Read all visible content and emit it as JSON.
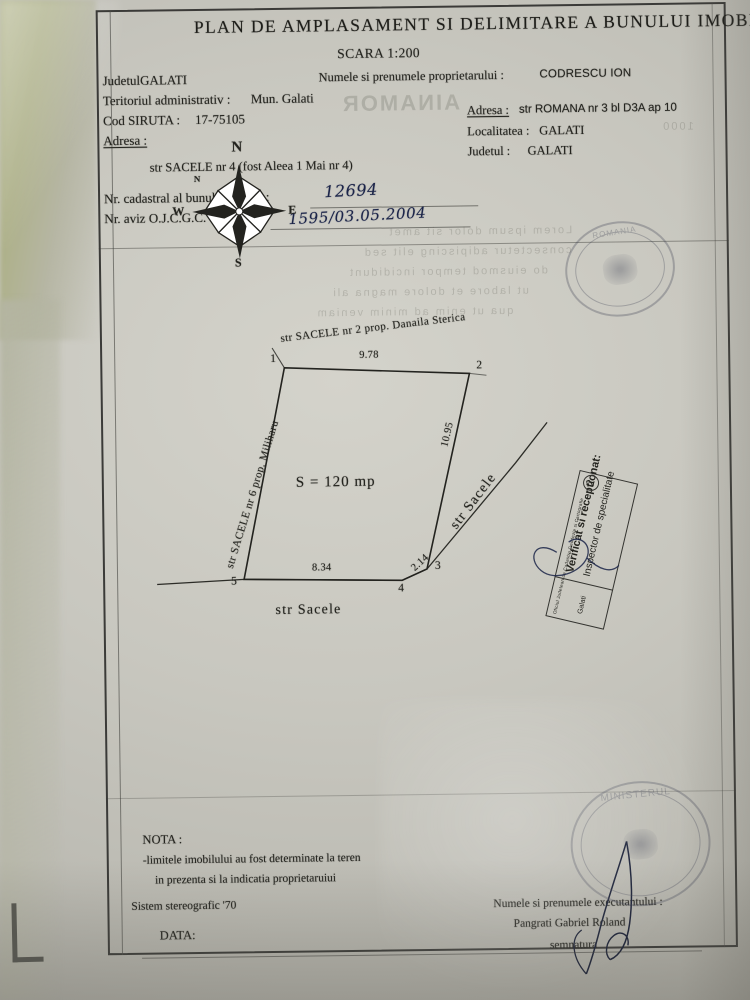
{
  "document": {
    "title": "PLAN DE AMPLASAMENT SI DELIMITARE A BUNULUI IMOBIL",
    "scale_label": "SCARA 1:200"
  },
  "left_block": {
    "judet_line": "JudetulGALATI",
    "teritoriu_label": "Teritoriul administrativ :",
    "teritoriu_value": "Mun. Galati",
    "siruta_label": "Cod SIRUTA :",
    "siruta_value": "17-75105",
    "adresa_label": "Adresa :",
    "adresa_value": "str SACELE nr 4 (fost Aleea 1 Mai nr 4)",
    "nr_cadastral_label": "Nr. cadastral al bunului imobil :",
    "nr_cadastral_value": "12694",
    "nr_aviz_label": "Nr. aviz O.J.C.G.C. Galati :",
    "nr_aviz_value": "1595/03.05.2004"
  },
  "right_block": {
    "owner_label": "Numele si prenumele proprietarului :",
    "owner_value": "CODRESCU ION",
    "adresa_label": "Adresa :",
    "adresa_value": "str ROMANA nr 3 bl D3A ap 10",
    "localitatea_label": "Localitatea :",
    "localitatea_value": "GALATI",
    "judetul_label": "Judetul :",
    "judetul_value": "GALATI"
  },
  "compass": {
    "north": "N",
    "south": "S",
    "east": "E",
    "west": "W",
    "northwest": "N"
  },
  "plan": {
    "area_label": "S = 120 mp",
    "neighbour_north": "str SACELE nr 2 prop. Danaila Sterica",
    "neighbour_west": "str SACELE nr 6 prop. Miliharu",
    "street_east": "str Sacele",
    "street_south": "str  Sacele",
    "points": [
      "1",
      "2",
      "3",
      "4",
      "5"
    ],
    "dimensions": {
      "north": "9.78",
      "east": "10.95",
      "south_east": "2.14",
      "south": "8.34"
    }
  },
  "verification": {
    "line1": "Verificat si receptionat:",
    "line2": "Inspector de specialitate",
    "circle_number": "2",
    "side_text": "Oficiul Judetean de Cadastru Geodezie si Cartografie",
    "small_text": "Galati"
  },
  "notes": {
    "heading": "NOTA :",
    "line1": "-limitele imobilului au fost determinate la teren",
    "line2": "in prezenta si la indicatia proprietaruiui",
    "system": "Sistem stereografic  '70",
    "data_label": "DATA:"
  },
  "executor": {
    "label": "Numele si prenumele executantului :",
    "name": "Pangrati Gabriel Roland",
    "signature_label": "semnatura"
  },
  "stamps": {
    "top_text": "ROMANIA",
    "bottom_text": "MINISTERUL"
  },
  "colors": {
    "ink": "#24241f",
    "handwriting": "#1b2448",
    "paper": "#c8c7bf",
    "stamp": "#3c3f52"
  }
}
